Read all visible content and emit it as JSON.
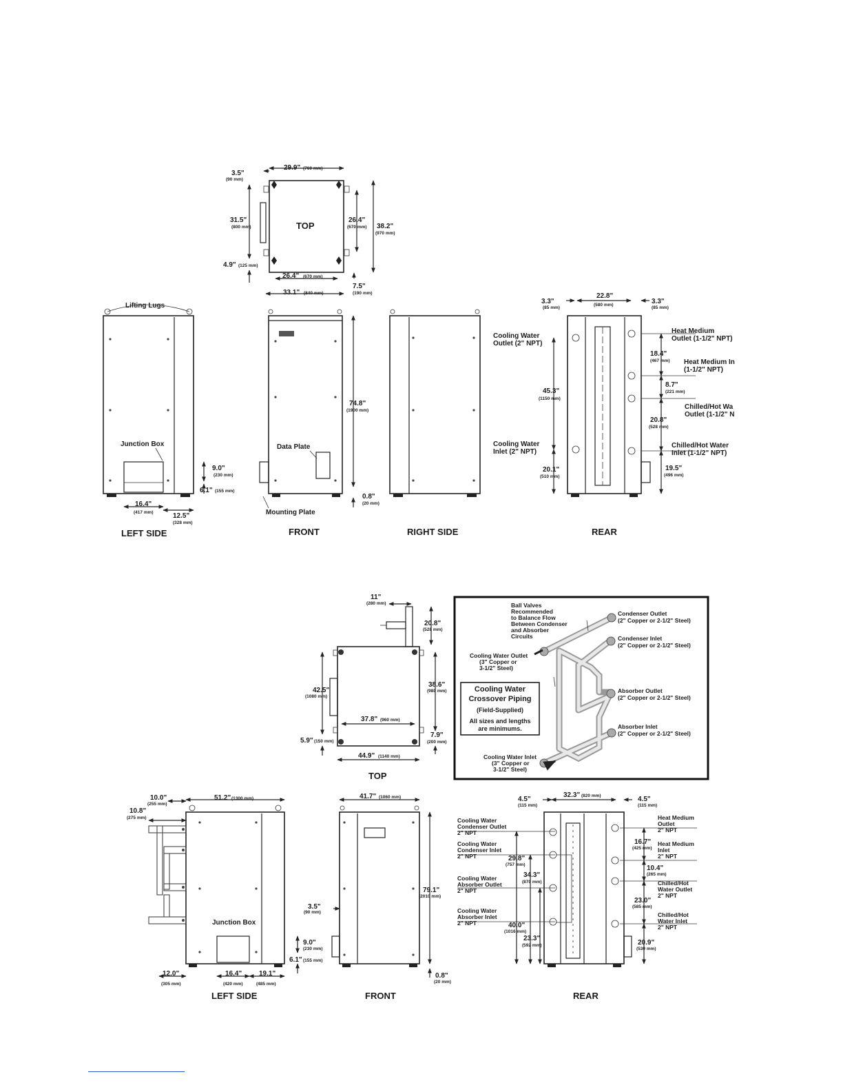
{
  "unit1": {
    "top": {
      "title": "TOP",
      "dims": {
        "a": "3.5\"",
        "a_mm": "(90 mm)",
        "w": "29.9\"",
        "w_mm": "(760 mm)",
        "h1": "31.5\"",
        "h1_mm": "(800 mm)",
        "h2": "26.4\"",
        "h2_mm": "(670 mm)",
        "h3": "38.2\"",
        "h3_mm": "(970 mm)",
        "b": "4.9\"",
        "b_mm": "(125 mm)",
        "w2": "26.4\"",
        "w2_mm": "(670 mm)",
        "c": "7.5\"",
        "c_mm": "(190 mm)",
        "w3": "33.1\"",
        "w3_mm": "(840 mm)"
      }
    },
    "left": {
      "title": "LEFT SIDE",
      "lifting": "Lifting Lugs",
      "junction": "Junction Box",
      "d1": "9.0\"",
      "d1_mm": "(230 mm)",
      "d2": "6.1\"",
      "d2_mm": "(155 mm)",
      "d3": "16.4\"",
      "d3_mm": "(417 mm)",
      "d4": "12.5\"",
      "d4_mm": "(328 mm)"
    },
    "front": {
      "title": "FRONT",
      "data_plate": "Data Plate",
      "mounting": "Mounting Plate",
      "d1": "74.8\"",
      "d1_mm": "(1900 mm)",
      "d2": "0.8\"",
      "d2_mm": "(20 mm)"
    },
    "right": {
      "title": "RIGHT SIDE"
    },
    "rear": {
      "title": "REAR",
      "d_l": "3.3\"",
      "d_l_mm": "(85 mm)",
      "d_w": "22.8\"",
      "d_w_mm": "(580 mm)",
      "d_r": "3.3\"",
      "d_r_mm": "(85 mm)",
      "cw_out": [
        "Cooling Water",
        "Outlet (2\" NPT)"
      ],
      "cw_in": [
        "Cooling Water",
        "Inlet (2\" NPT)"
      ],
      "d_453": "45.3\"",
      "d_453_mm": "(1150 mm)",
      "d_201": "20.1\"",
      "d_201_mm": "(510 mm)",
      "hm_out": [
        "Heat Medium",
        "Outlet (1-1/2\" NPT)"
      ],
      "hm_in": [
        "Heat Medium In",
        "(1-1/2\" NPT)"
      ],
      "ch_out": [
        "Chilled/Hot Wa",
        "Outlet (1-1/2\" N"
      ],
      "ch_in": [
        "Chilled/Hot Water",
        "Inlet (1-1/2\" NPT)"
      ],
      "d_184": "18.4\"",
      "d_184_mm": "(467 mm)",
      "d_87": "8.7\"",
      "d_87_mm": "(221 mm)",
      "d_208": "20.8\"",
      "d_208_mm": "(528 mm)",
      "d_195": "19.5\"",
      "d_195_mm": "(496 mm)"
    }
  },
  "unit2": {
    "top": {
      "title": "TOP",
      "d_11": "11\"",
      "d_11_mm": "(280 mm)",
      "d_208": "20.8\"",
      "d_208_mm": "(528 mm)",
      "d_425": "42.5\"",
      "d_425_mm": "(1080 mm)",
      "d_386": "38.6\"",
      "d_386_mm": "(980 mm)",
      "d_378": "37.8\"",
      "d_378_mm": "(960 mm)",
      "d_59": "5.9\"",
      "d_59_mm": "(150 mm)",
      "d_79": "7.9\"",
      "d_79_mm": "(200 mm)",
      "d_449": "44.9\"",
      "d_449_mm": "(1140 mm)"
    },
    "crossover": {
      "title": [
        "Cooling Water",
        "Crossover Piping"
      ],
      "sub": "(Field-Supplied)",
      "note": [
        "All sizes and lengths",
        "are minimums."
      ],
      "ball": [
        "Ball Valves",
        "Recommended",
        "to Balance Flow",
        "Between Condenser",
        "and Absorber",
        "Circuits"
      ],
      "cw_out": [
        "Cooling Water Outlet",
        "(3\" Copper or",
        "3-1/2\" Steel)"
      ],
      "cw_in": [
        "Cooling Water Inlet",
        "(3\" Copper or",
        "3-1/2\" Steel)"
      ],
      "cond_out": [
        "Condenser Outlet",
        "(2\" Copper or 2-1/2\" Steel)"
      ],
      "cond_in": [
        "Condenser Inlet",
        "(2\" Copper or 2-1/2\" Steel)"
      ],
      "abs_out": [
        "Absorber Outlet",
        "(2\" Copper or 2-1/2\" Steel)"
      ],
      "abs_in": [
        "Absorber Inlet",
        "(2\" Copper or 2-1/2\" Steel)"
      ]
    },
    "left": {
      "title": "LEFT SIDE",
      "junction": "Junction Box",
      "d_100": "10.0\"",
      "d_100_mm": "(255 mm)",
      "d_108": "10.8\"",
      "d_108_mm": "(275 mm)",
      "d_512": "51.2\"",
      "d_512_mm": "(1300 mm)",
      "d_90": "9.0\"",
      "d_90_mm": "(230 mm)",
      "d_61": "6.1\"",
      "d_61_mm": "(155 mm)",
      "d_120": "12.0\"",
      "d_120_mm": "(305 mm)",
      "d_164": "16.4\"",
      "d_164_mm": "(420 mm)",
      "d_191": "19.1\"",
      "d_191_mm": "(485 mm)"
    },
    "front": {
      "title": "FRONT",
      "d_417": "41.7\"",
      "d_417_mm": "(1060 mm)",
      "d_35": "3.5\"",
      "d_35_mm": "(90 mm)",
      "d_791": "79.1\"",
      "d_791_mm": "(2010 mm)",
      "d_08": "0.8\"",
      "d_08_mm": "(20 mm)"
    },
    "rear": {
      "title": "REAR",
      "d_45l": "4.5\"",
      "d_45l_mm": "(115 mm)",
      "d_323": "32.3\"",
      "d_323_mm": "(820 mm)",
      "d_45r": "4.5\"",
      "d_45r_mm": "(115 mm)",
      "cwc_out": [
        "Cooling Water",
        "Condenser Outlet",
        "2\" NPT"
      ],
      "cwc_in": [
        "Cooling Water",
        "Condenser Inlet",
        "2\" NPT"
      ],
      "cwa_out": [
        "Cooling Water",
        "Absorber Outlet",
        "2\" NPT"
      ],
      "cwa_in": [
        "Cooling Water",
        "Absorber Inlet",
        "2\" NPT"
      ],
      "d_298": "29.8\"",
      "d_298_mm": "(757 mm)",
      "d_343": "34.3\"",
      "d_343_mm": "(870 mm)",
      "d_400": "40.0\"",
      "d_400_mm": "(1016 mm)",
      "d_233": "23.3\"",
      "d_233_mm": "(592 mm)",
      "hm_out": [
        "Heat Medium",
        "Outlet",
        "2\" NPT"
      ],
      "hm_in": [
        "Heat Medium",
        "Inlet",
        "2\" NPT"
      ],
      "ch_out": [
        "Chilled/Hot",
        "Water Outlet",
        "2\" NPT"
      ],
      "ch_in": [
        "Chilled/Hot",
        "Water Inlet",
        "2\" NPT"
      ],
      "d_167": "16.7\"",
      "d_167_mm": "(425 mm)",
      "d_104": "10.4\"",
      "d_104_mm": "(265 mm)",
      "d_230": "23.0\"",
      "d_230_mm": "(585 mm)",
      "d_209": "20.9\"",
      "d_209_mm": "(530 mm)"
    }
  },
  "colors": {
    "line": "#222222",
    "link": "#2a56c6"
  }
}
